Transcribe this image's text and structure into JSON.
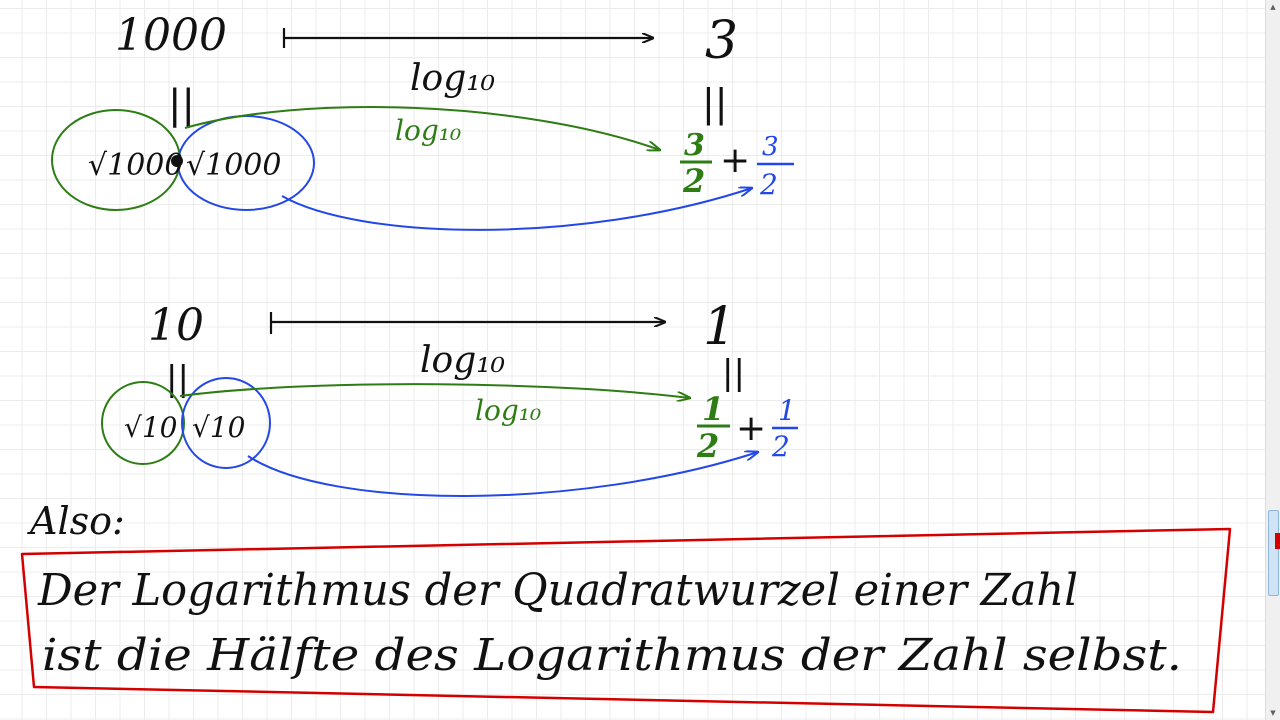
{
  "colors": {
    "black_ink": "#111111",
    "green_ink": "#2e7d14",
    "blue_ink": "#2448e8",
    "red_ink": "#d40000"
  },
  "example1": {
    "number": "1000",
    "result": "3",
    "equals": "||",
    "log_black": "log₁₀",
    "log_green": "log₁₀",
    "root_left": "√1000",
    "root_right": "√1000",
    "frac_green_num": "3",
    "frac_green_den": "2",
    "plus": "+",
    "frac_blue_num": "3",
    "frac_blue_den": "2"
  },
  "example2": {
    "number": "10",
    "result": "1",
    "equals": "||",
    "log_black": "log₁₀",
    "log_green": "log₁₀",
    "root_left": "√10",
    "root_right": "√10",
    "frac_green_num": "1",
    "frac_green_den": "2",
    "plus": "+",
    "frac_blue_num": "1",
    "frac_blue_den": "2"
  },
  "conclusion": {
    "label": "Also:",
    "line1": "Der Logarithmus der Quadratwurzel einer Zahl",
    "line2": "ist die Hälfte  des Logarithmus der Zahl selbst."
  },
  "scrollbar": {
    "up_icon": "triangle-up-icon",
    "down_icon": "triangle-down-icon"
  }
}
